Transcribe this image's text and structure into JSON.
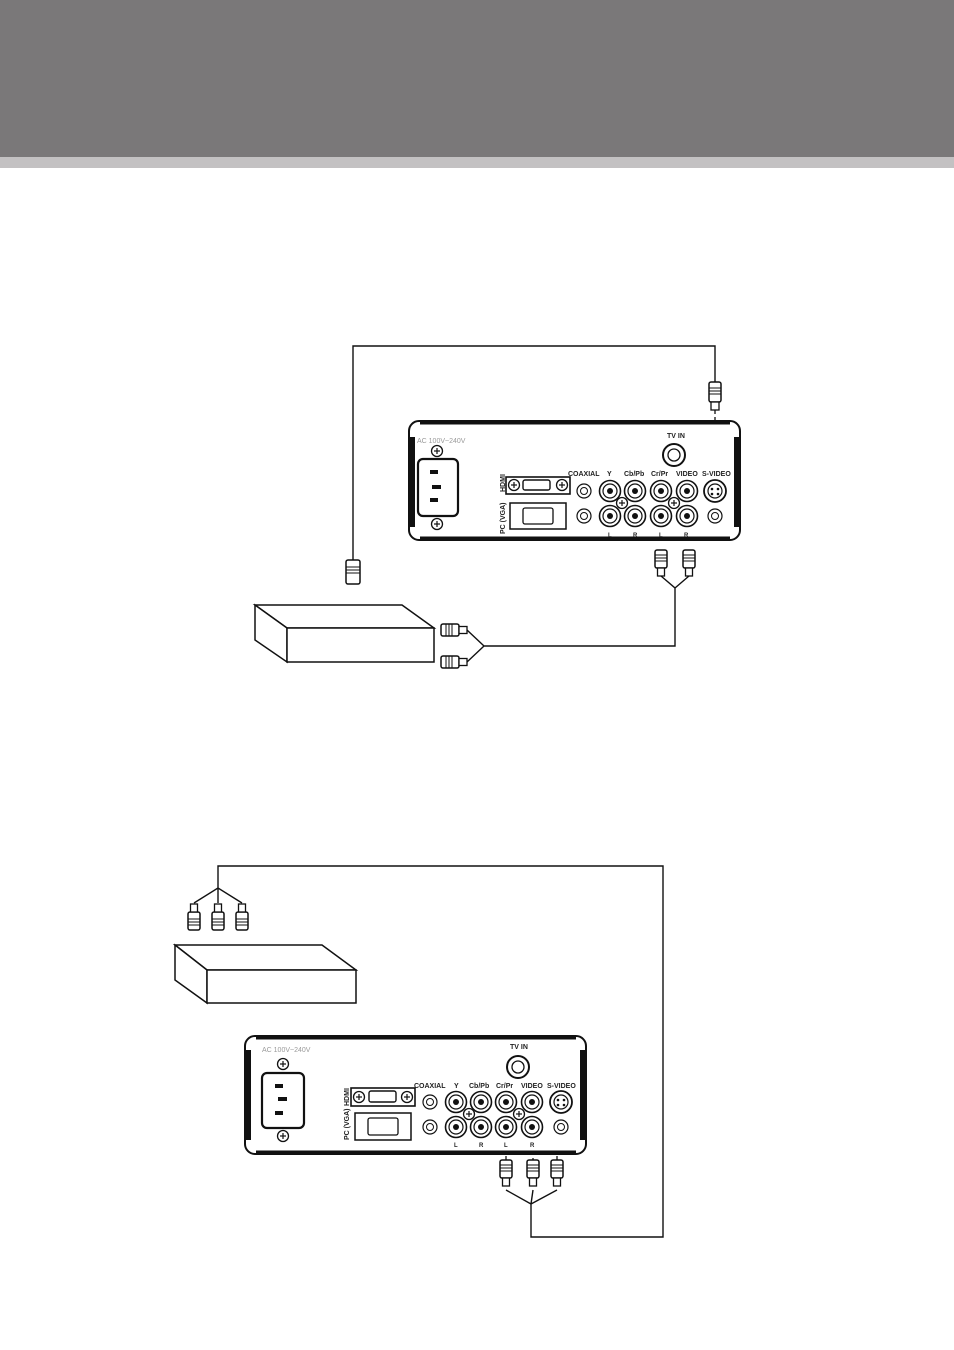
{
  "colors": {
    "header_band": "#7a7879",
    "header_stripe": "#c3c1c2",
    "line": "#111111"
  },
  "panel_labels": {
    "ac": "AC 100V~240V",
    "tv_in": "TV IN",
    "hdmi": "HDMI",
    "pc_vga": "PC (VGA)",
    "coaxial": "COAXIAL",
    "y": "Y",
    "cb_pb": "Cb/Pb",
    "cr_pr": "Cr/Pr",
    "video": "VIDEO",
    "s_video": "S-VIDEO",
    "l": "L",
    "r": "R"
  }
}
